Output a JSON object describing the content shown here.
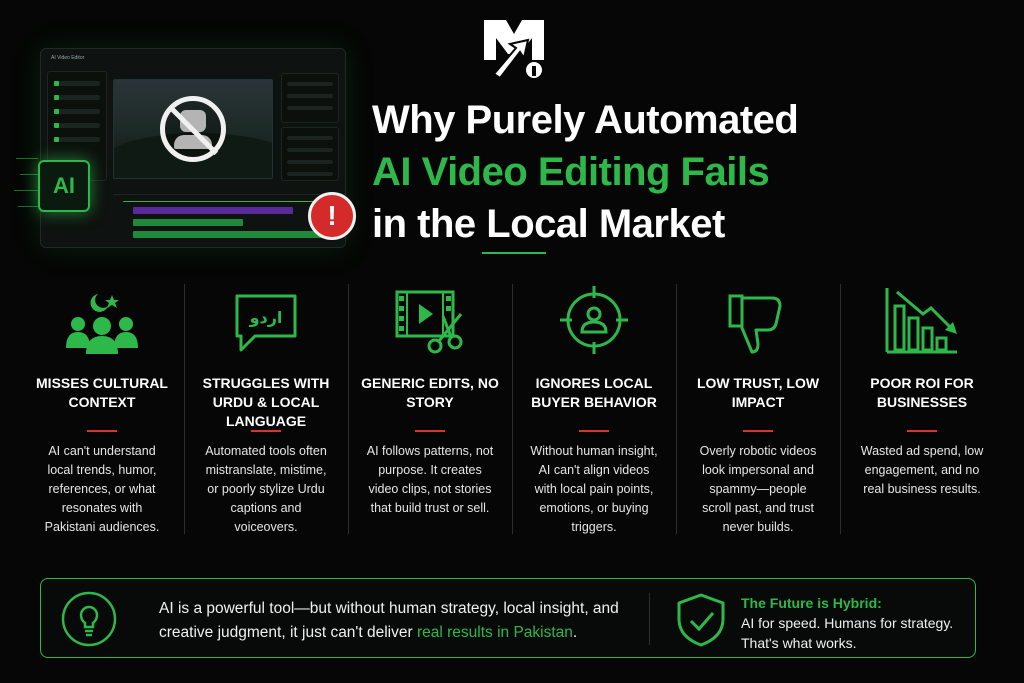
{
  "colors": {
    "accent": "#2fb84a",
    "alert": "#d42a2a",
    "divider": "#d63333",
    "background": "#050605"
  },
  "mockup": {
    "window_title": "AI Video Editor",
    "ai_chip_label": "AI",
    "icons": [
      "no-robot-icon",
      "alert-icon",
      "ai-chip-icon"
    ]
  },
  "title": {
    "line1": "Why Purely Automated",
    "line2": "AI Video Editing Fails",
    "line3": "in the Local Market"
  },
  "columns": [
    {
      "icon": "people-crescent-icon",
      "heading": "MISSES CULTURAL CONTEXT",
      "body": "AI can't understand local trends, humor, references, or what resonates with Pakistani audiences."
    },
    {
      "icon": "urdu-speech-bubble-icon",
      "icon_text": "اردو",
      "heading": "STRUGGLES WITH URDU & LOCAL LANGUAGE",
      "body": "Automated tools often mistranslate, mistime, or poorly stylize Urdu captions and voiceovers."
    },
    {
      "icon": "film-scissors-icon",
      "heading": "GENERIC EDITS, NO STORY",
      "body": "AI follows patterns, not purpose. It creates video clips, not stories that build trust or sell."
    },
    {
      "icon": "target-person-icon",
      "heading": "IGNORES LOCAL BUYER BEHAVIOR",
      "body": "Without human insight, AI can't align videos with local pain points, emotions, or buying triggers."
    },
    {
      "icon": "thumbs-down-icon",
      "heading": "LOW TRUST, LOW IMPACT",
      "body": "Overly robotic videos look impersonal and spammy—people scroll past, and trust never builds."
    },
    {
      "icon": "declining-chart-icon",
      "heading": "POOR ROI FOR BUSINESSES",
      "body": "Wasted ad spend, low engagement, and no real business results."
    }
  ],
  "footer": {
    "left_text": "AI is a powerful tool—but without human strategy, local insight, and creative judgment, it just can't deliver ",
    "left_highlight": "real results in Pakistan",
    "left_end": ".",
    "right_heading": "The Future is Hybrid:",
    "right_line1": "AI for speed. Humans for strategy.",
    "right_line2": "That's what works."
  }
}
